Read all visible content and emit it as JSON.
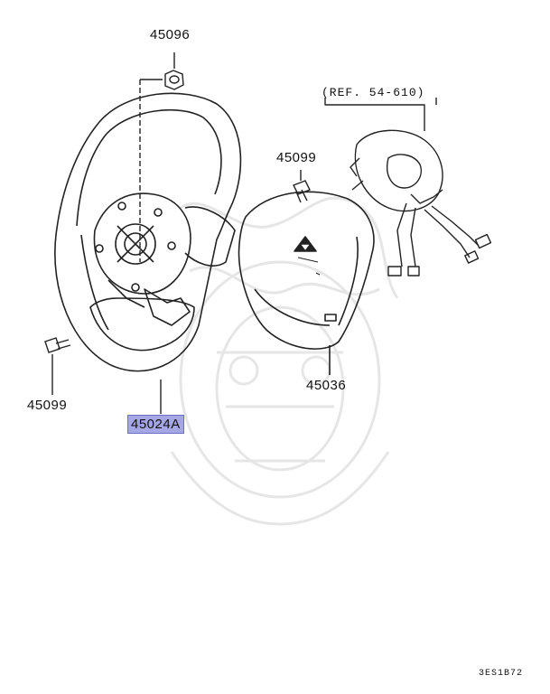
{
  "labels": {
    "p45096": "45096",
    "p45099_top": "45099",
    "p45099_left": "45099",
    "p45036": "45036",
    "p45024a": "45024A",
    "ref": "(REF. 54-610)"
  },
  "drawing_code": "3ES1B72",
  "colors": {
    "line": "#222222",
    "watermark": "#e6e6e6",
    "highlight": "#a5a6e4"
  }
}
